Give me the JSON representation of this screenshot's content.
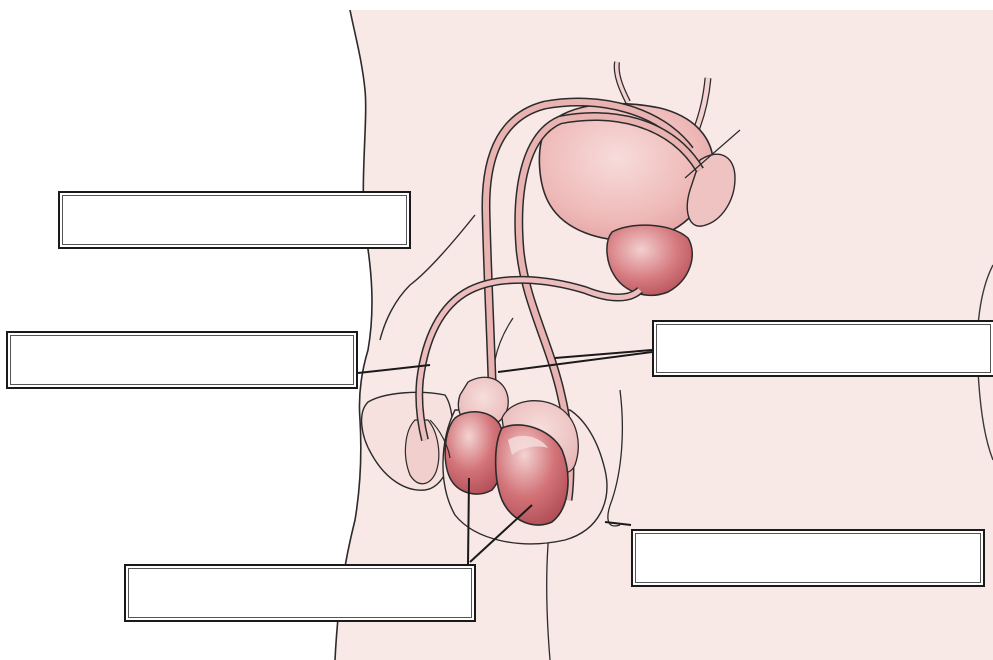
{
  "diagram": {
    "colors": {
      "skin": "#f8e8e6",
      "outline": "#2b2b2b",
      "organ_light": "#f1c6c4",
      "organ_mid": "#e3a3a2",
      "organ_dark": "#c0595e",
      "duct": "#e9b3b2",
      "leader_line": "#1a1a1a"
    },
    "labels": [
      {
        "id": "label-1",
        "text": ""
      },
      {
        "id": "label-2",
        "text": ""
      },
      {
        "id": "label-3",
        "text": ""
      },
      {
        "id": "label-4",
        "text": ""
      },
      {
        "id": "label-5",
        "text": ""
      }
    ]
  }
}
